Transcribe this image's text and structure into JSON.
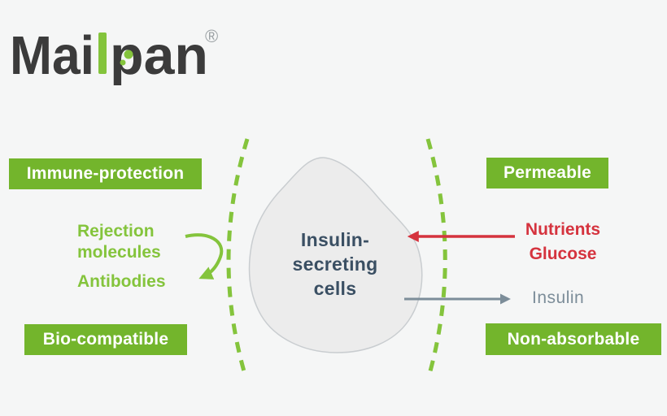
{
  "logo": {
    "part1": "Mai",
    "letter_l": "l",
    "part2": "pan",
    "registered": "®"
  },
  "labels": {
    "immune_protection": "Immune-protection",
    "bio_compatible": "Bio-compatible",
    "permeable": "Permeable",
    "non_absorbable": "Non-absorbable",
    "rejection_line1": "Rejection",
    "rejection_line2": "molecules",
    "antibodies": "Antibodies",
    "nutrients": "Nutrients",
    "glucose": "Glucose",
    "insulin": "Insulin"
  },
  "cell": {
    "line1": "Insulin-",
    "line2": "secreting",
    "line3": "cells"
  },
  "colors": {
    "green_badge": "#73b52c",
    "green_accent": "#84c43c",
    "red": "#d5333e",
    "gray": "#7c8d99",
    "slate": "#3a4f63",
    "logo_dark": "#3b3b3b",
    "blob_fill": "#ececec",
    "blob_stroke": "#c9cdd0",
    "background": "#f5f6f6"
  }
}
